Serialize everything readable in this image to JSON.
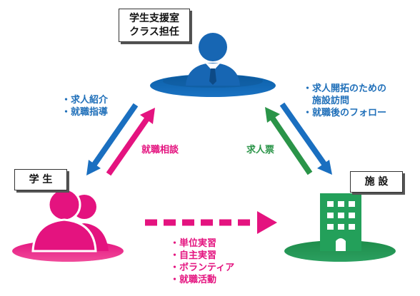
{
  "nodes": {
    "staff": {
      "lines": [
        "学生支援室",
        "クラス担任"
      ]
    },
    "student": {
      "label": "学 生"
    },
    "facility": {
      "label": "施 設"
    }
  },
  "left_items": [
    "求人紹介",
    "就職指導"
  ],
  "right_items": [
    "求人開拓のための",
    "施設訪問",
    "就職後のフォロー"
  ],
  "consult_label": "就職相談",
  "job_offer_label": "求人票",
  "bottom_items": [
    "単位実習",
    "自主実習",
    "ボランティア",
    "就職活動"
  ],
  "colors": {
    "blue": "#1f6fb9",
    "pink": "#e4137f",
    "green": "#2a9448",
    "building": "#23a05a"
  }
}
